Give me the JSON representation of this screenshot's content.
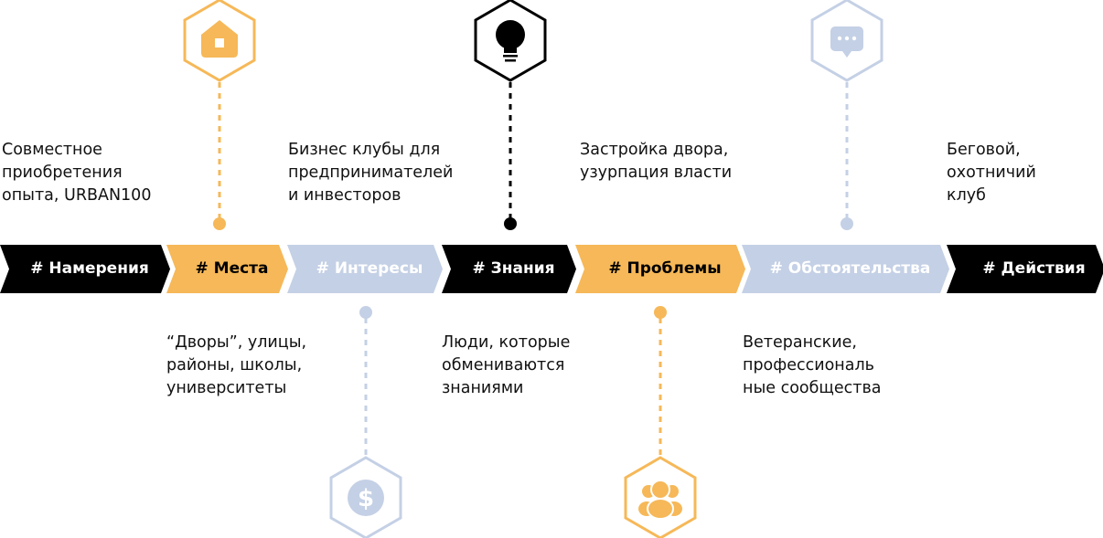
{
  "colors": {
    "orange": "#F6B858",
    "lavender": "#C4D0E5",
    "black": "#000000"
  },
  "segments": [
    {
      "label": "# Намерения",
      "color": "black"
    },
    {
      "label": "# Места",
      "color": "orange"
    },
    {
      "label": "# Интересы",
      "color": "lavender"
    },
    {
      "label": "# Знания",
      "color": "black"
    },
    {
      "label": "# Проблемы",
      "color": "orange"
    },
    {
      "label": "# Обстоятельства",
      "color": "lavender"
    },
    {
      "label": "# Действия",
      "color": "black"
    }
  ],
  "top_texts": [
    "Совместное\nприобретения\nопыта, URBAN100",
    "Бизнес клубы для\nпредпринимателей\nи инвесторов",
    "Застройка двора,\nузурпация власти",
    "Беговой,\nохотничий\nклуб"
  ],
  "bottom_texts": [
    "“Дворы”, улицы,\nрайоны, школы,\nуниверситеты",
    "Люди, которые\nобмениваются\nзнаниями",
    "Ветеранские,\nпрофессиональ\nные сообщества"
  ],
  "markers": [
    {
      "icon": "house-icon",
      "color": "orange",
      "position": "top"
    },
    {
      "icon": "lightbulb-icon",
      "color": "black",
      "position": "top"
    },
    {
      "icon": "chat-bubble-icon",
      "color": "lavender",
      "position": "top"
    },
    {
      "icon": "dollar-icon",
      "color": "lavender",
      "position": "bottom"
    },
    {
      "icon": "people-icon",
      "color": "orange",
      "position": "bottom"
    }
  ]
}
